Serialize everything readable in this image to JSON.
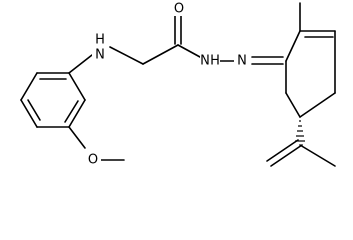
{
  "molecule": {
    "atoms": {
      "nh_amine": "H",
      "n_amine": "N",
      "o_carbonyl": "O",
      "n_hydrazide": "N",
      "h_hydrazide": "H",
      "n_imine": "N",
      "o_methoxy": "O"
    }
  }
}
